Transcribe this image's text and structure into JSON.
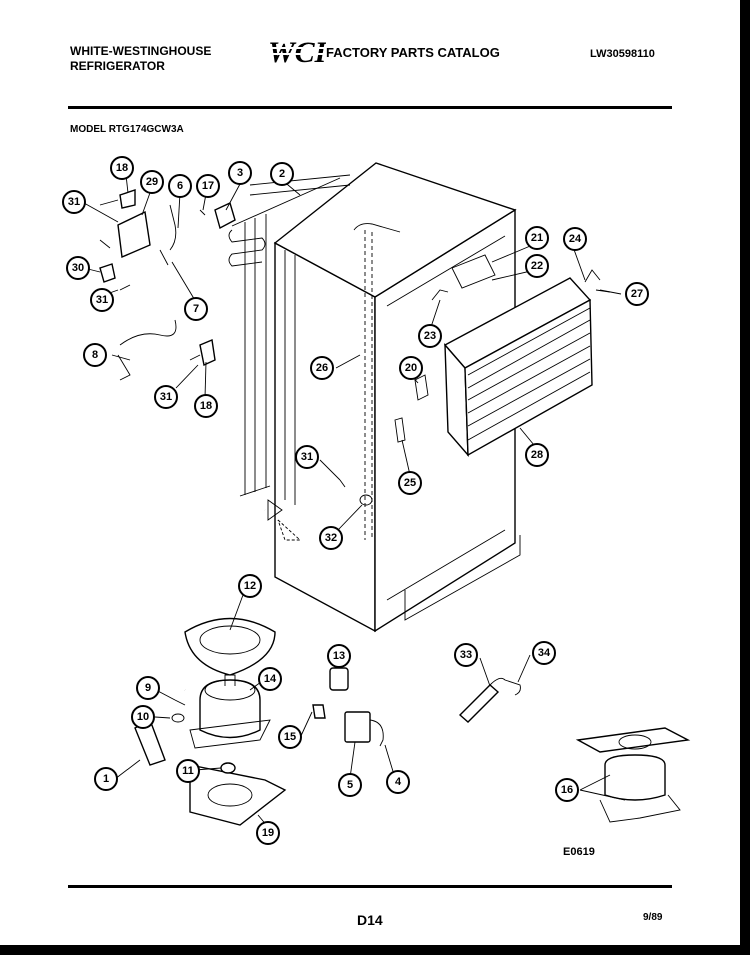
{
  "header": {
    "brand_line1": "WHITE-WESTINGHOUSE",
    "brand_line2": "REFRIGERATOR",
    "logo_text": "WCI",
    "catalog_title": "FACTORY PARTS CATALOG",
    "part_number": "LW30598110",
    "model_line": "MODEL RTG174GCW3A"
  },
  "figure": {
    "code": "E0619"
  },
  "footer": {
    "page": "D14",
    "date": "9/89"
  },
  "callouts": [
    "1",
    "2",
    "3",
    "4",
    "5",
    "6",
    "7",
    "8",
    "9",
    "10",
    "11",
    "12",
    "13",
    "14",
    "15",
    "16",
    "17",
    "18",
    "18",
    "19",
    "20",
    "21",
    "22",
    "23",
    "24",
    "25",
    "26",
    "27",
    "28",
    "29",
    "30",
    "31",
    "31",
    "31",
    "31",
    "32",
    "33",
    "34"
  ],
  "colors": {
    "ink": "#000000",
    "paper": "#ffffff",
    "border": "#000000"
  }
}
